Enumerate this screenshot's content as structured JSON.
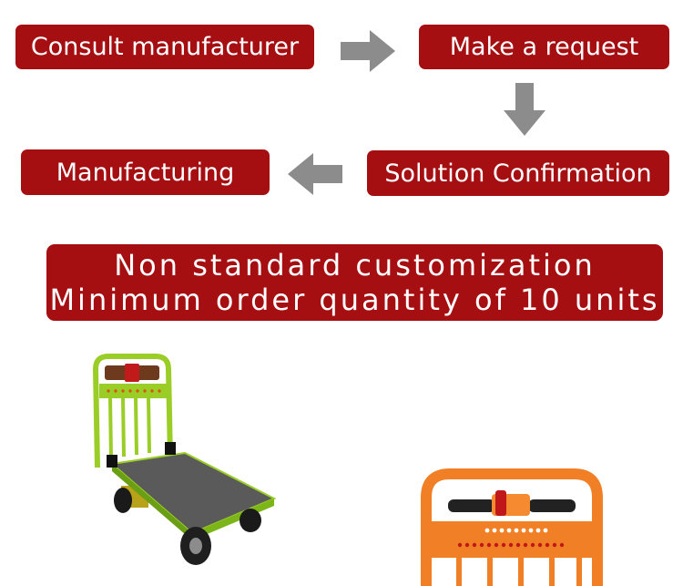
{
  "flow": {
    "step1": "Consult manufacturer",
    "step2": "Make a request",
    "step3": "Solution Confirmation",
    "step4": "Manufacturing"
  },
  "arrows": {
    "color": "#8c8c8c"
  },
  "note": {
    "line1": "Non standard customization",
    "line2": "Minimum order quantity of 10 units"
  },
  "colors": {
    "box": "#a60f12",
    "text": "#ffffff"
  },
  "images": {
    "green_cart": "green electric platform cart with black deck",
    "orange_cart": "orange cart handle frame"
  }
}
